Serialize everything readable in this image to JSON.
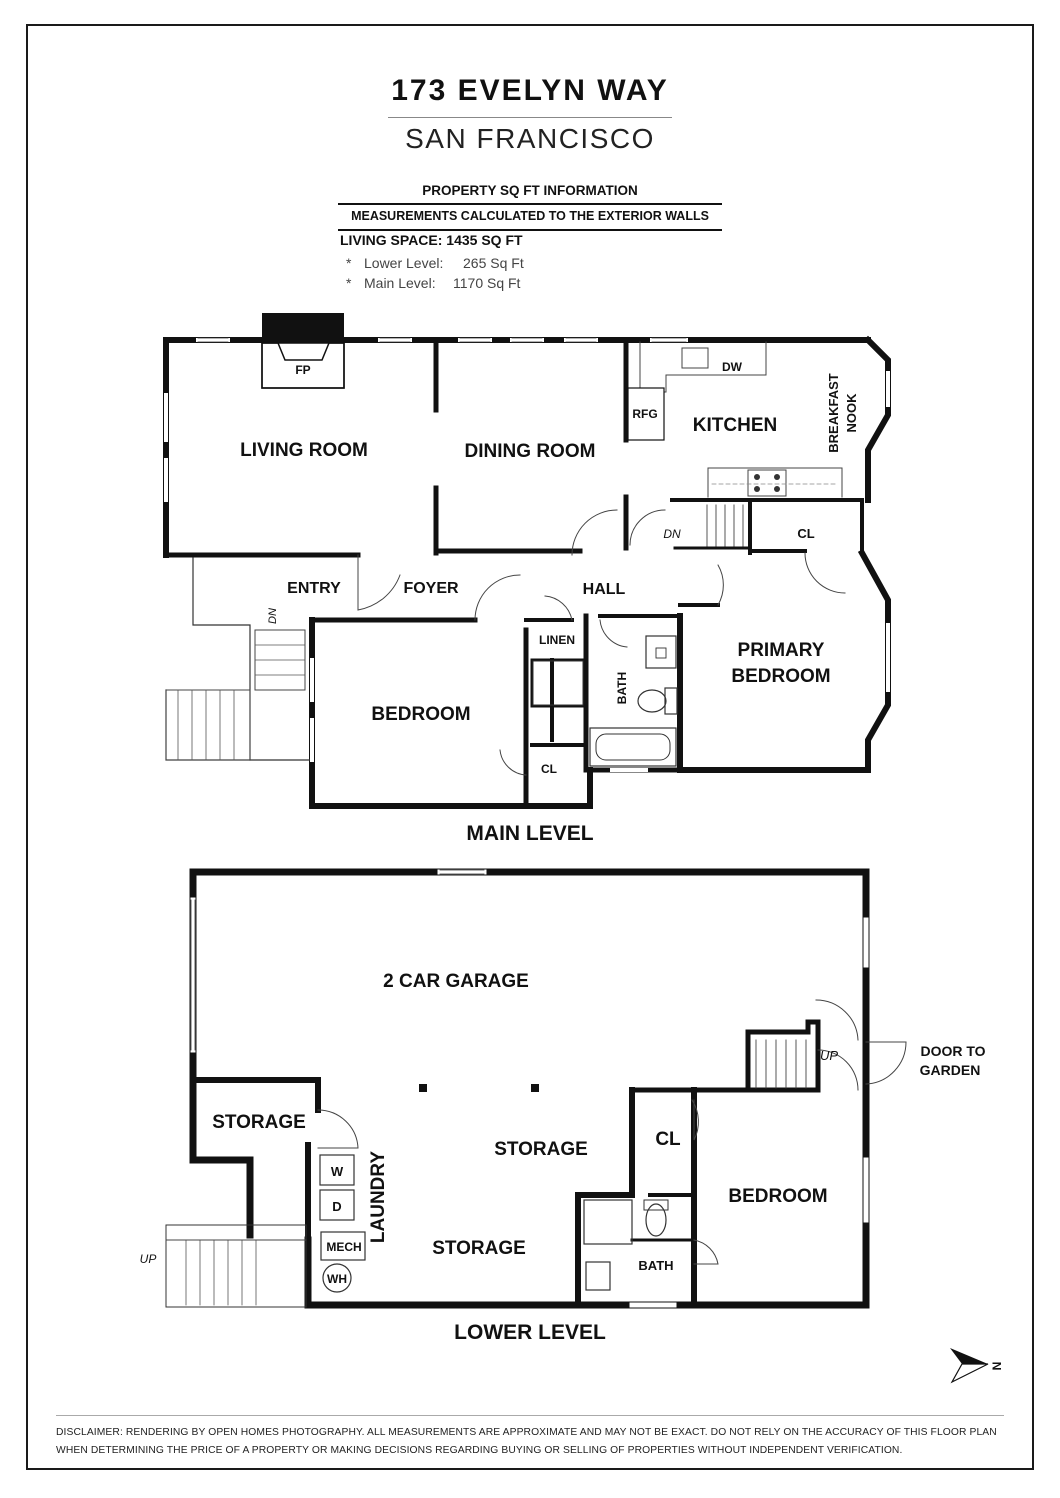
{
  "header": {
    "address": "173 EVELYN WAY",
    "city": "SAN FRANCISCO"
  },
  "info": {
    "heading": "PROPERTY SQ FT INFORMATION",
    "subheading": "MEASUREMENTS CALCULATED TO THE EXTERIOR WALLS",
    "living_space": "LIVING SPACE: 1435 SQ FT",
    "levels": [
      {
        "bullet": "*",
        "name": "Lower Level:",
        "value": "265 Sq Ft"
      },
      {
        "bullet": "*",
        "name": "Main Level:",
        "value": "1170 Sq Ft"
      }
    ]
  },
  "main_level": {
    "caption": "MAIN LEVEL",
    "rooms": {
      "fp": "FP",
      "living_room": "LIVING ROOM",
      "dining_room": "DINING ROOM",
      "rfg": "RFG",
      "dw": "DW",
      "kitchen": "KITCHEN",
      "breakfast": "BREAKFAST",
      "nook": "NOOK",
      "dn_kitchen": "DN",
      "cl_primary": "CL",
      "entry": "ENTRY",
      "foyer": "FOYER",
      "hall": "HALL",
      "dn_entry": "DN",
      "linen": "LINEN",
      "bath": "BATH",
      "primary_1": "PRIMARY",
      "primary_2": "BEDROOM",
      "bedroom": "BEDROOM",
      "cl_bedroom": "CL"
    }
  },
  "lower_level": {
    "caption": "LOWER LEVEL",
    "rooms": {
      "garage": "2 CAR GARAGE",
      "door_1": "DOOR TO",
      "door_2": "GARDEN",
      "up_stair": "UP",
      "storage_left": "STORAGE",
      "storage_mid": "STORAGE",
      "storage_low": "STORAGE",
      "laundry": "LAUNDRY",
      "w": "W",
      "d": "D",
      "mech": "MECH",
      "wh": "WH",
      "cl": "CL",
      "bedroom": "BEDROOM",
      "bath": "BATH",
      "up_outside": "UP"
    }
  },
  "compass": {
    "label": "N"
  },
  "disclaimer": {
    "line1": "DISCLAIMER: RENDERING BY OPEN HOMES PHOTOGRAPHY. ALL MEASUREMENTS ARE APPROXIMATE AND MAY NOT BE EXACT. DO NOT RELY ON THE ACCURACY OF THIS FLOOR PLAN",
    "line2": "WHEN DETERMINING THE PRICE OF A PROPERTY OR MAKING DECISIONS REGARDING BUYING OR SELLING OF PROPERTIES WITHOUT INDEPENDENT VERIFICATION."
  }
}
